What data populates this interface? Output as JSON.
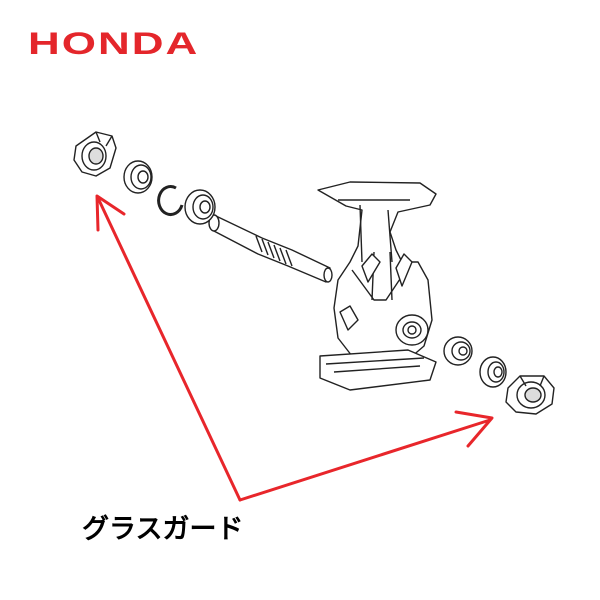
{
  "brand": {
    "name": "HONDA",
    "color": "#e4262b"
  },
  "callout": {
    "label": "グラスガード",
    "arrow_color": "#e8262b"
  },
  "icons": {
    "gearbox": "gearbox-housing-drawing",
    "shaft": "drive-shaft-drawing",
    "bearing": "ball-bearing-drawing",
    "snap_ring": "snap-ring-drawing",
    "grass_guard": "grass-guard-drawing"
  }
}
